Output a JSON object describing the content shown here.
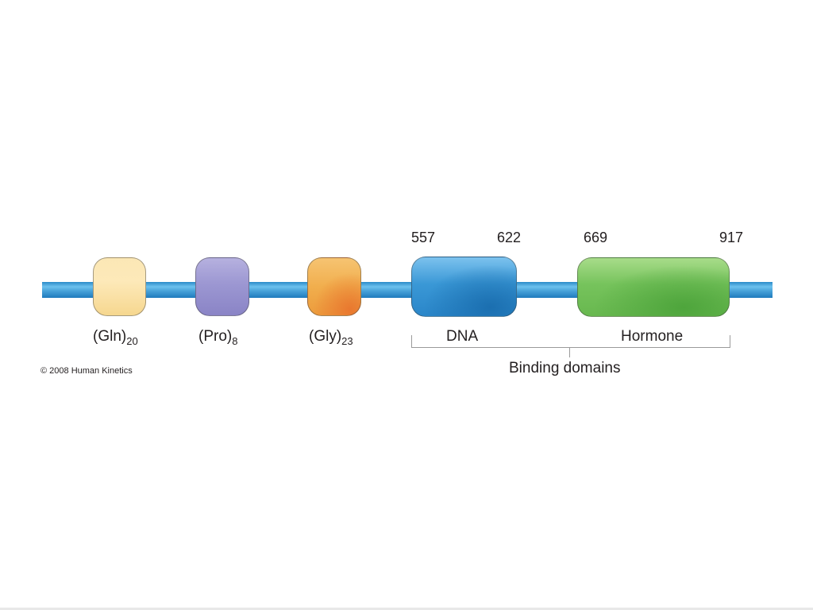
{
  "domains": [
    {
      "name": "Gln",
      "label_main": "(Gln)",
      "label_sub": "20",
      "color": "#fde9b9"
    },
    {
      "name": "Pro",
      "label_main": "(Pro)",
      "label_sub": "8",
      "color": "#9c97d2"
    },
    {
      "name": "Gly",
      "label_main": "(Gly)",
      "label_sub": "23",
      "color": "#f1ae4d"
    },
    {
      "name": "DNA",
      "label": "DNA",
      "start": "557",
      "end": "622",
      "color": "#3a98d6"
    },
    {
      "name": "Hormone",
      "label": "Hormone",
      "start": "669",
      "end": "917",
      "color": "#76c35c"
    }
  ],
  "strand_color": "#4aa4da",
  "bracket_label": "Binding domains",
  "copyright": "© 2008 Human Kinetics"
}
